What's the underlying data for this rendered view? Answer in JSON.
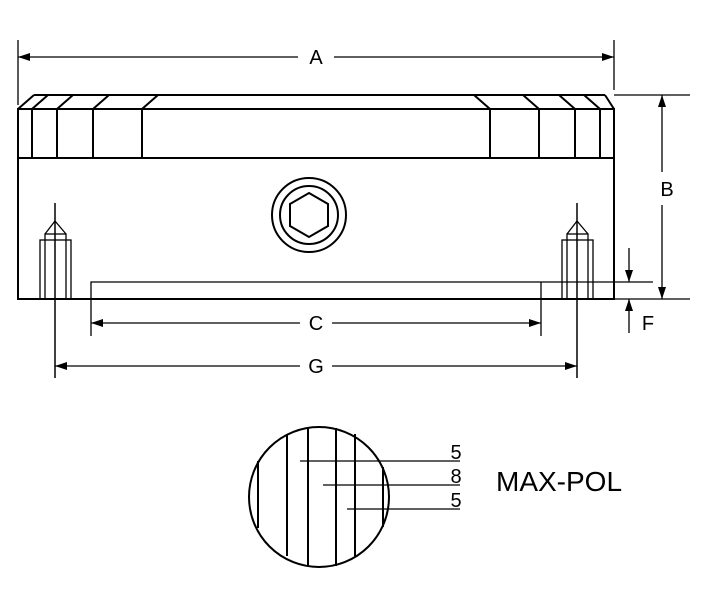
{
  "dimensions": {
    "a": "A",
    "b": "B",
    "c": "C",
    "f": "F",
    "g": "G"
  },
  "detail": {
    "pole_pitch": [
      "5",
      "8",
      "5"
    ],
    "title": "MAX-POL"
  },
  "colors": {
    "line": "#000000",
    "background": "#ffffff"
  }
}
